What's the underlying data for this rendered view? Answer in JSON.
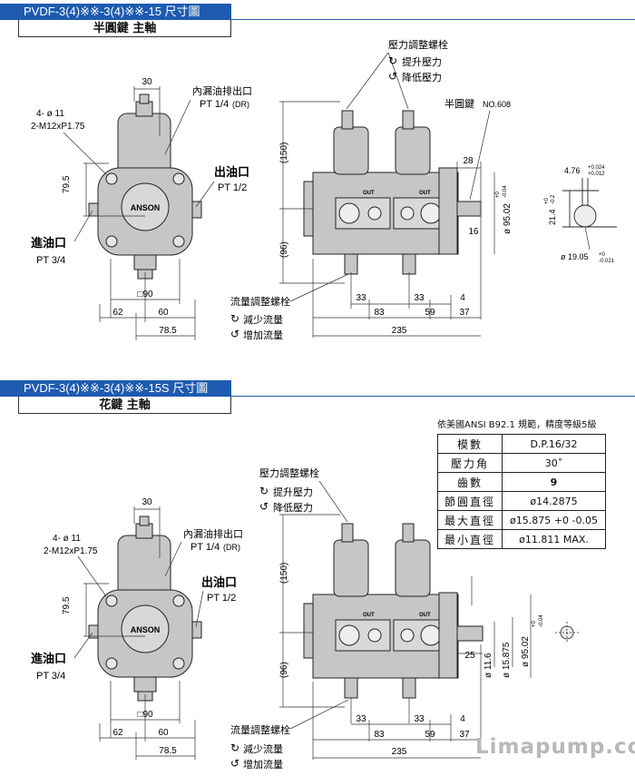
{
  "section1": {
    "title": "PVDF-3(4)※※-3(4)※※-15  尺寸圖",
    "subtitle": "半圓鍵 主軸",
    "labels": {
      "holes": "4- ø 11",
      "thread": "2-M12xP1.75",
      "drain": "內漏油排出口",
      "drain_size": "PT 1/4",
      "drain_tag": "(DR)",
      "outlet": "出油口",
      "outlet_size": "PT 1/2",
      "inlet": "進油口",
      "inlet_size": "PT 3/4",
      "pressure_screw": "壓力調整螺栓",
      "pressure_up": "提升壓力",
      "pressure_down": "降低壓力",
      "flow_screw": "流量調整螺栓",
      "flow_down": "減少流量",
      "flow_up": "增加流量",
      "key": "半圓鍵",
      "key_no": "NO.608",
      "brand": "ANSON",
      "out": "OUT"
    },
    "dims": {
      "d30": "30",
      "d795": "79.5",
      "d90": "□90",
      "d62": "62",
      "d60": "60",
      "d785": "78.5",
      "d150": "(150)",
      "d96": "(96)",
      "d28": "28",
      "d16": "16",
      "d9502": "ø 95.02",
      "tol1": "+0",
      "tol2": "-0.04",
      "d33a": "33",
      "d33b": "33",
      "d4": "4",
      "d83": "83",
      "d59": "59",
      "d37": "37",
      "d235": "235",
      "key_w": "4.76",
      "key_w_t1": "+0.024",
      "key_w_t2": "+0.012",
      "key_h": "21.4",
      "key_h_t1": "+0",
      "key_h_t2": "-0.2",
      "shaft": "ø 19.05",
      "shaft_t1": "+0",
      "shaft_t2": "-0.021"
    }
  },
  "section2": {
    "title": "PVDF-3(4)※※-3(4)※※-15S  尺寸圖",
    "subtitle": "花鍵 主軸",
    "labels": {
      "holes": "4- ø 11",
      "thread": "2-M12xP1.75",
      "drain": "內漏油排出口",
      "drain_size": "PT 1/4",
      "drain_tag": "(DR)",
      "outlet": "出油口",
      "outlet_size": "PT 1/2",
      "inlet": "進油口",
      "inlet_size": "PT 3/4",
      "pressure_screw": "壓力調整螺栓",
      "pressure_up": "提升壓力",
      "pressure_down": "降低壓力",
      "flow_screw": "流量調整螺栓",
      "flow_down": "減少流量",
      "flow_up": "增加流量",
      "brand": "ANSON",
      "out": "OUT"
    },
    "dims": {
      "d30": "30",
      "d795": "79.5",
      "d90": "□90",
      "d62": "62",
      "d60": "60",
      "d785": "78.5",
      "d150": "(150)",
      "d96": "(96)",
      "d25": "25",
      "d116": "ø 11.6",
      "d15875": "ø 15.875",
      "d9502": "ø 95.02",
      "tol1": "+0",
      "tol2": "-0.04",
      "d33a": "33",
      "d33b": "33",
      "d4": "4",
      "d83": "83",
      "d59": "59",
      "d37": "37",
      "d235": "235"
    },
    "spec_note": "依美國ANSI  B92.1 規範，精度等級5級",
    "spec_rows": [
      {
        "k": "模數",
        "v": "D.P.16/32"
      },
      {
        "k": "壓力角",
        "v": "30˚"
      },
      {
        "k": "齒數",
        "v": "9"
      },
      {
        "k": "節圓直徑",
        "v": "ø14.2875"
      },
      {
        "k": "最大直徑",
        "v": "ø15.875 +0 -0.05"
      },
      {
        "k": "最小直徑",
        "v": "ø11.811 MAX."
      }
    ]
  },
  "watermark": "Limapump.com"
}
